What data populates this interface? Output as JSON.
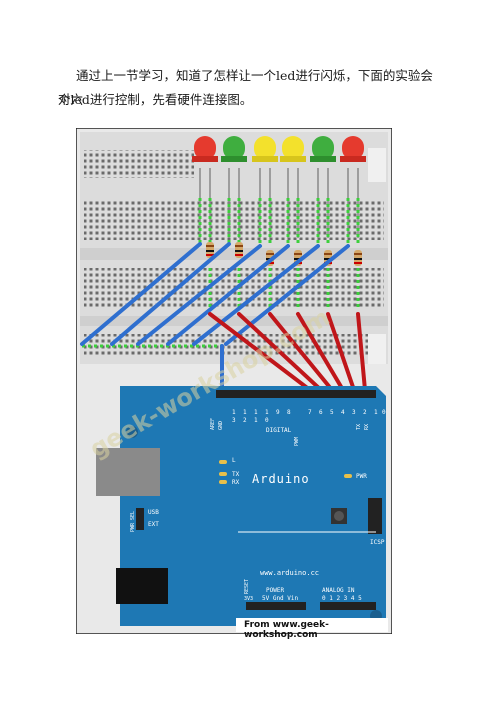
{
  "text": {
    "line1": "通过上一节学习，知道了怎样让一个led进行闪烁，下面的实验会对六",
    "line2": "个led进行控制，先看硬件连接图。"
  },
  "figure": {
    "caption": "From www.geek-workshop.com",
    "watermark": "geek-workshop.com",
    "board": {
      "label": "Arduino",
      "site": "www.arduino.cc",
      "digital_label": "DIGITAL",
      "aref": "AREF",
      "gnd": "GND",
      "pins_top": [
        "1",
        "1",
        "1",
        "1",
        "9",
        "8",
        "7",
        "6",
        "5",
        "4",
        "3",
        "2",
        "1",
        "0"
      ],
      "pins_top_second": [
        "3",
        "2",
        "1",
        "0"
      ],
      "tx": "TX",
      "rx": "RX",
      "tx_led": "TX",
      "rx_led": "RX",
      "l_led": "L",
      "pwr": "PWR",
      "pwr_sel": "PWR SEL",
      "usb": "USB",
      "ext": "EXT",
      "icsp": "ICSP",
      "reset": "RESET",
      "power": "POWER",
      "power_pins": "5V Gnd Vin",
      "v33": "3V3",
      "analog_in": "ANALOG IN",
      "analog_pins": "0 1 2 3 4 5",
      "pwm": "PWM"
    },
    "led_colors": [
      "#e53a2e",
      "#3fae3f",
      "#f3e12c",
      "#f3e12c",
      "#3fae3f",
      "#e53a2e"
    ],
    "wire_blue": "#2f6fcf",
    "wire_red": "#c0161a",
    "board_color": "#1e78b4"
  }
}
